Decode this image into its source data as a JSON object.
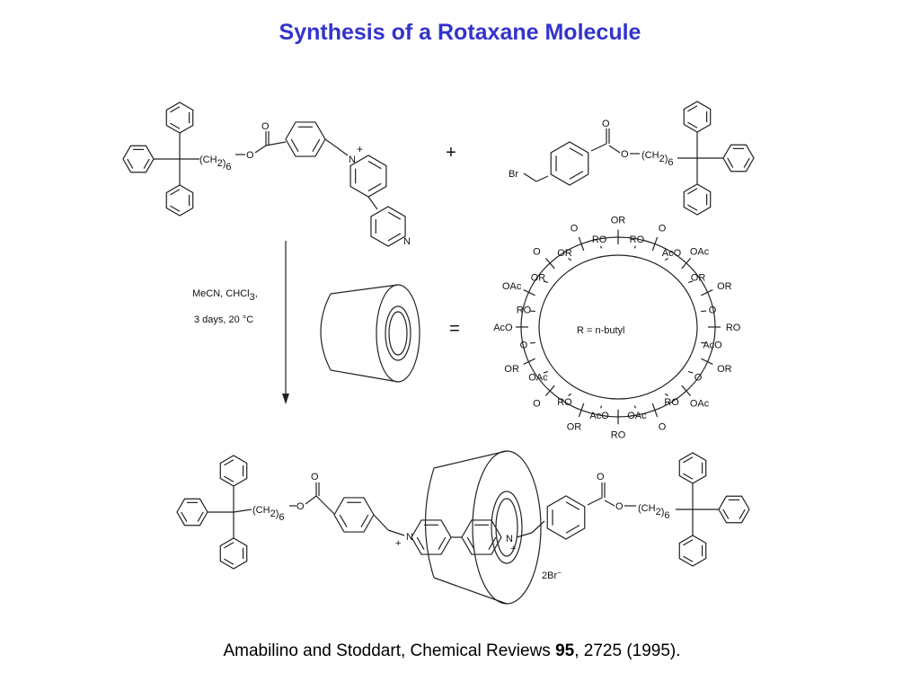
{
  "slide": {
    "title": "Synthesis of a Rotaxane Molecule",
    "citation": {
      "prefix": "Amabilino and Stoddart, Chemical Reviews ",
      "volume": "95",
      "suffix": ", 2725 (1995)."
    }
  },
  "scheme": {
    "plus_sign": "+",
    "equals_sign": "=",
    "reaction_conditions": {
      "line1_main": "MeCN, CHCl",
      "line1_sub": "3",
      "line1_end": ",",
      "line2": "3 days, 20 °C"
    },
    "chain": {
      "main": "(CH",
      "sub1": "2",
      "close": ")",
      "sub2": "6"
    },
    "atoms": {
      "oxygen": "O",
      "nitrogen": "N",
      "bromine": "Br",
      "charge_plus": "+"
    },
    "macrocycle": {
      "r_definition": "R = n-butyl",
      "labels": [
        "OR",
        "RO",
        "O",
        "AcO",
        "OAc",
        "OR",
        "OR",
        "O",
        "RO",
        "AcO",
        "OR",
        "O",
        "OAc",
        "RO",
        "O",
        "OAc",
        "RO",
        "AcO",
        "OR",
        "RO",
        "O",
        "OAc",
        "OR",
        "O",
        "AcO",
        "RO",
        "OAc",
        "OR",
        "O",
        "OR",
        "O",
        "RO"
      ]
    },
    "counterion": {
      "main": "2Br",
      "sup": "−"
    }
  }
}
